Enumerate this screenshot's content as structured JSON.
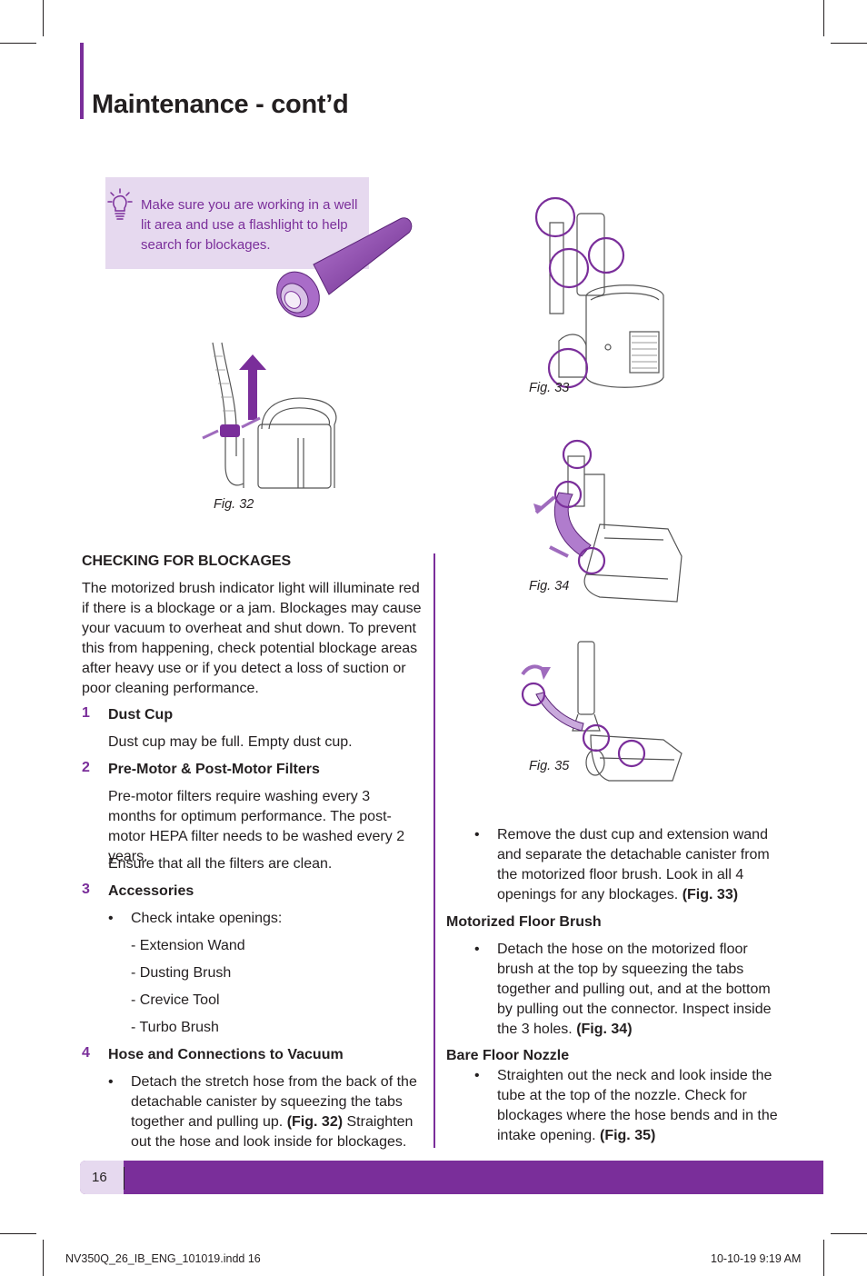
{
  "header": {
    "title": "Maintenance - cont’d"
  },
  "tip": {
    "text": "Make sure you are working in a well lit area and use a flashlight to help search for blockages."
  },
  "figures": {
    "fig32": "Fig. 32",
    "fig33": "Fig. 33",
    "fig34": "Fig. 34",
    "fig35": "Fig. 35"
  },
  "left": {
    "section_title": "CHECKING FOR BLOCKAGES",
    "intro": "The motorized brush indicator light will illuminate red if there is a blockage or a jam. Blockages may cause your vacuum to overheat and shut down.  To prevent this from happening, check potential blockage areas after heavy use or if you detect a loss of suction or poor cleaning performance.",
    "items": [
      {
        "num": "1",
        "heading": "Dust Cup",
        "text": "Dust cup may be full.  Empty dust cup."
      },
      {
        "num": "2",
        "heading": "Pre-Motor & Post-Motor Filters",
        "text": "Pre-motor filters require washing every 3 months for optimum performance.  The post-motor HEPA filter needs to be washed every 2 years.",
        "text2": "Ensure that all the filters are clean."
      },
      {
        "num": "3",
        "heading": "Accessories",
        "bullet": "Check intake openings:",
        "subitems": [
          "-  Extension Wand",
          "-  Dusting Brush",
          "-  Crevice Tool",
          "-  Turbo Brush"
        ]
      },
      {
        "num": "4",
        "heading": "Hose and Connections to Vacuum",
        "bullet": "Detach the stretch hose from the back of the detachable canister by squeezing the tabs together and pulling up.",
        "bullet_ref": "(Fig. 32)",
        "bullet_tail": "Straighten out the hose and look inside for blockages."
      }
    ]
  },
  "right": {
    "bullet1": "Remove the dust cup and extension wand and separate the detachable canister from the motorized floor brush.  Look in all 4 openings for any blockages.",
    "bullet1_ref": "(Fig. 33)",
    "mfb_heading": "Motorized Floor Brush",
    "mfb_text": "Detach the hose on the motorized floor brush at the top by squeezing the tabs together and pulling out, and at the bottom by pulling out the connector.  Inspect inside the 3 holes.",
    "mfb_ref": "(Fig. 34)",
    "bfn_heading": "Bare Floor Nozzle",
    "bfn_text": "Straighten out the neck and look inside the tube at the top of the nozzle.  Check for blockages where the hose bends and in the intake opening.",
    "bfn_ref": "(Fig. 35)"
  },
  "footer": {
    "page_number": "16",
    "slug_left": "NV350Q_26_IB_ENG_101019.indd   16",
    "slug_right": "10-10-19   9:19 AM"
  },
  "colors": {
    "accent": "#7a2e9a",
    "tint": "#e6d9ef",
    "text": "#231f20"
  }
}
